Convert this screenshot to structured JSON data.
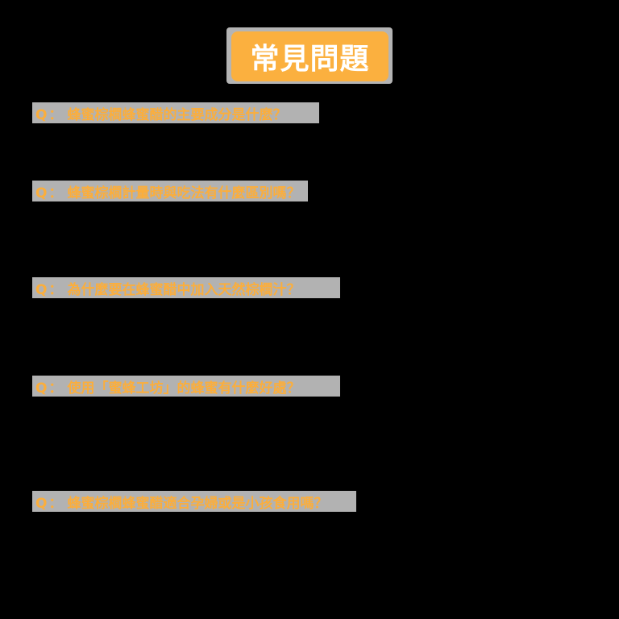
{
  "header": {
    "title": "常見問題",
    "badge_color": "#fbb03f",
    "frame_color": "#b4b4b4",
    "title_color": "#ffffff"
  },
  "faq": {
    "prefix": "Q：",
    "text_color": "#fbae3c",
    "row_bg_color": "#b2b2b2",
    "items": [
      {
        "question": "蜂蜜棕櫚蜂蜜醋的主要成分是什麼？"
      },
      {
        "question": "蜂蜜棕櫚計量時與吃法有什麼區別嗎？"
      },
      {
        "question": "為什麼要在蜂蜜醋中加入天然棕櫚汁？"
      },
      {
        "question": "使用「蜜蜂工坊」的蜂蜜有什麼好處？"
      },
      {
        "question": "蜂蜜棕櫚蜂蜜醋適合孕婦或是小孩食用嗎？"
      }
    ]
  },
  "page": {
    "background_color": "#000000"
  }
}
